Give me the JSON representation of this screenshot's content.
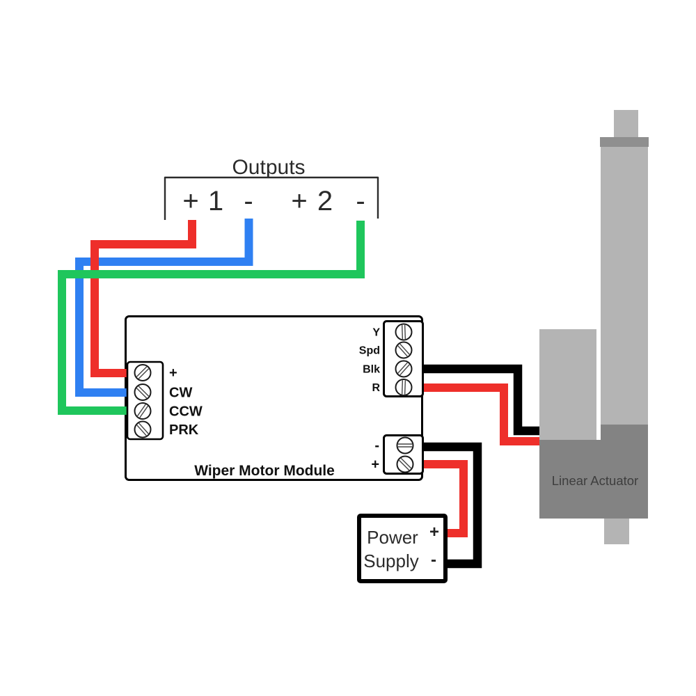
{
  "outputs": {
    "title": "Outputs",
    "terminals": [
      "+",
      "1",
      "-",
      "+",
      "2",
      "-"
    ]
  },
  "module": {
    "title": "Wiper Motor Module",
    "input_terminals": [
      "+",
      "CW",
      "CCW",
      "PRK"
    ],
    "motor_terminals": [
      "Y",
      "Spd",
      "Blk",
      "R"
    ],
    "power_terminals": [
      "-",
      "+"
    ]
  },
  "power_supply": {
    "name_line1": "Power",
    "name_line2": "Supply",
    "positive": "+",
    "negative": "-"
  },
  "linear_actuator": {
    "label": "Linear Actuator"
  },
  "colors": {
    "wire_red": "#ee2f2a",
    "wire_blue": "#2f80f2",
    "wire_green": "#1fc65c",
    "wire_black": "#000000",
    "actuator_light": "#b4b4b4",
    "actuator_mid": "#8f8f8f",
    "actuator_dark": "#838383",
    "ps_plus_red": "#e8211d",
    "ink": "#1f1f1f"
  }
}
